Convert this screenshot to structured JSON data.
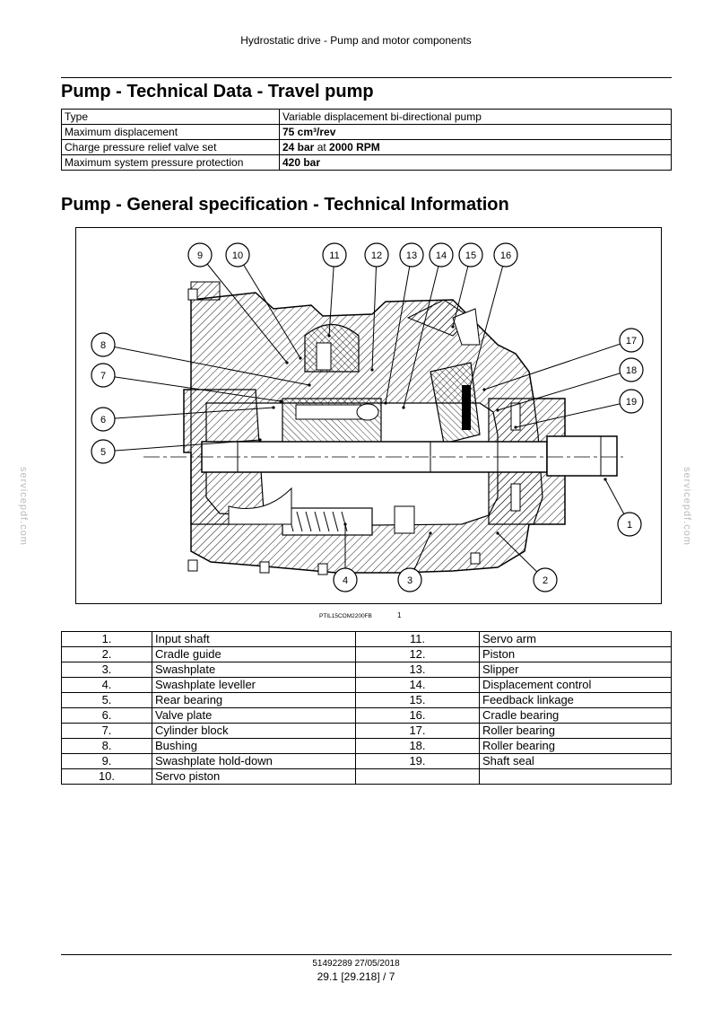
{
  "header": {
    "title": "Hydrostatic drive - Pump and motor components"
  },
  "section1": {
    "title": "Pump - Technical Data - Travel pump",
    "rows": [
      {
        "label": "Type",
        "value_bold": "",
        "value_rest": "Variable displacement bi-directional pump",
        "value_bold2": ""
      },
      {
        "label": "Maximum displacement",
        "value_bold": "75 cm³/rev",
        "value_rest": "",
        "value_bold2": ""
      },
      {
        "label": "Charge pressure relief valve set",
        "value_bold": "24 bar",
        "value_rest": " at ",
        "value_bold2": "2000 RPM"
      },
      {
        "label": "Maximum system pressure protection",
        "value_bold": "420 bar",
        "value_rest": "",
        "value_bold2": ""
      }
    ]
  },
  "section2": {
    "title": "Pump - General specification - Technical Information",
    "figure_caption": "PTIL15COM2200FB",
    "figure_number": "1",
    "callouts": [
      "1",
      "2",
      "3",
      "4",
      "5",
      "6",
      "7",
      "8",
      "9",
      "10",
      "11",
      "12",
      "13",
      "14",
      "15",
      "16",
      "17",
      "18",
      "19"
    ],
    "legend": [
      {
        "n1": "1.",
        "l1": "Input shaft",
        "n2": "11.",
        "l2": "Servo arm"
      },
      {
        "n1": "2.",
        "l1": "Cradle guide",
        "n2": "12.",
        "l2": "Piston"
      },
      {
        "n1": "3.",
        "l1": "Swashplate",
        "n2": "13.",
        "l2": "Slipper"
      },
      {
        "n1": "4.",
        "l1": "Swashplate leveller",
        "n2": "14.",
        "l2": "Displacement control"
      },
      {
        "n1": "5.",
        "l1": "Rear bearing",
        "n2": "15.",
        "l2": "Feedback linkage"
      },
      {
        "n1": "6.",
        "l1": "Valve plate",
        "n2": "16.",
        "l2": "Cradle bearing"
      },
      {
        "n1": "7.",
        "l1": "Cylinder block",
        "n2": "17.",
        "l2": "Roller bearing"
      },
      {
        "n1": "8.",
        "l1": "Bushing",
        "n2": "18.",
        "l2": "Roller bearing"
      },
      {
        "n1": "9.",
        "l1": "Swashplate hold-down",
        "n2": "19.",
        "l2": "Shaft seal"
      },
      {
        "n1": "10.",
        "l1": "Servo piston",
        "n2": "",
        "l2": ""
      }
    ]
  },
  "watermark": "servicepdf.com",
  "footer": {
    "doc": "51492289 27/05/2018",
    "page": "29.1 [29.218] / 7"
  }
}
